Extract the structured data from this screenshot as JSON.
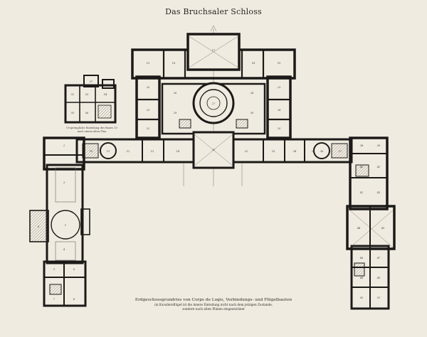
{
  "document": {
    "title": "Das Bruchsaler Schloss",
    "inset_caption": {
      "line1": "Ursprüngliche Einteilung des Baues 33",
      "line2": "nach einem alten Plan"
    },
    "caption": {
      "main": "Erdgeschossgrundriss von Corps de Logis, Verbindungs- und Flügelbauten",
      "line2": "(in Kavaliersflügel ist die innere Einteilung nicht nach dem jetzigen Zustande,",
      "line3": "sondern nach alten Plänen eingezeichnet"
    },
    "room_numbers": [
      "1",
      "2",
      "3",
      "4",
      "5",
      "6",
      "7",
      "8",
      "9",
      "10",
      "11",
      "12",
      "13",
      "14",
      "15",
      "16",
      "17",
      "18",
      "19",
      "20",
      "21",
      "22",
      "23",
      "24",
      "25",
      "26",
      "27",
      "28",
      "29",
      "30",
      "31",
      "32",
      "33",
      "34",
      "35",
      "36",
      "37",
      "38",
      "39",
      "40",
      "41",
      "42",
      "43",
      "44",
      "45",
      "46",
      "47",
      "48",
      "49",
      "50",
      "51",
      "52",
      "53",
      "54",
      "55",
      "56",
      "57"
    ],
    "colors": {
      "paper": "#f0ebe0",
      "ink": "#1c1a18",
      "hatch": "#6a625c"
    }
  }
}
